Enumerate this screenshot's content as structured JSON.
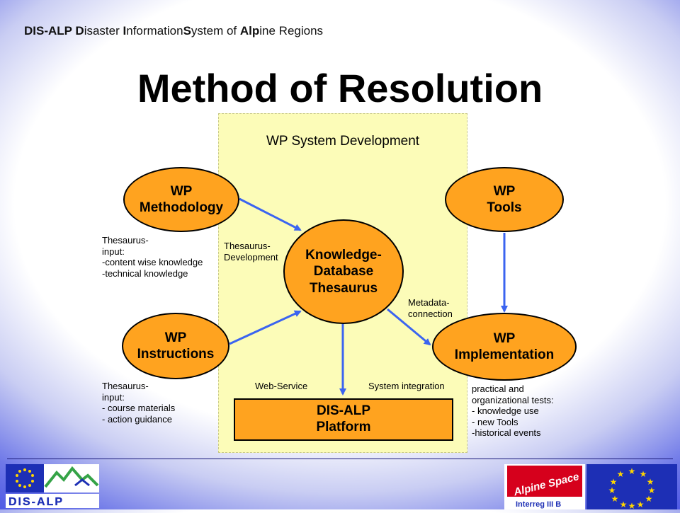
{
  "header": {
    "parts": [
      {
        "text": "DIS-ALP ",
        "bold": true
      },
      {
        "text": "D",
        "bold": true
      },
      {
        "text": "isaster ",
        "bold": false
      },
      {
        "text": "I",
        "bold": true
      },
      {
        "text": "nformation",
        "bold": false
      },
      {
        "text": "S",
        "bold": true
      },
      {
        "text": "ystem of ",
        "bold": false
      },
      {
        "text": "Alp",
        "bold": true
      },
      {
        "text": "ine Regions",
        "bold": false
      }
    ]
  },
  "title": "Method of Resolution",
  "panel_title": "WP System Development",
  "nodes": {
    "methodology": {
      "line1": "WP",
      "line2": "Methodology"
    },
    "tools": {
      "line1": "WP",
      "line2": "Tools"
    },
    "knowledge": {
      "line1": "Knowledge-",
      "line2": "Database",
      "line3": "Thesaurus"
    },
    "instructions": {
      "line1": "WP",
      "line2": "Instructions"
    },
    "implementation": {
      "line1": "WP",
      "line2": "Implementation"
    },
    "platform": {
      "line1": "DIS-ALP",
      "line2": "Platform"
    }
  },
  "notes": {
    "thesaurus_input_1": [
      "Thesaurus-",
      "input:",
      "-content wise knowledge",
      "-technical knowledge"
    ],
    "thesaurus_development": [
      "Thesaurus-",
      "Development"
    ],
    "metadata": [
      "Metadata-",
      "connection"
    ],
    "thesaurus_input_2": [
      "Thesaurus-",
      "input:",
      "- course materials",
      "- action guidance"
    ],
    "web_service": "Web-Service",
    "system_integration": "System integration",
    "tests": [
      "practical and",
      "organizational tests:",
      "- knowledge use",
      "- new Tools",
      "-historical events"
    ]
  },
  "logos": {
    "left": "DIS-ALP",
    "alpine_space": "Alpine Space",
    "interreg": "Interreg III B"
  },
  "colors": {
    "node_fill": "#ffa31f",
    "panel_fill": "#fcfcb8",
    "arrow": "#3b64f0",
    "background_edge": "#2430e0"
  }
}
